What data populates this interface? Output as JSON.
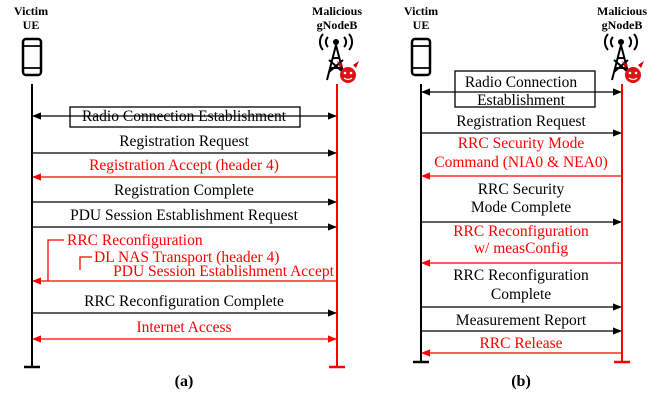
{
  "colors": {
    "black": "#000000",
    "red": "#ff0000"
  },
  "panel_a": {
    "ue_label_1": "Victim",
    "ue_label_2": "UE",
    "bs_label_1": "Malicious",
    "bs_label_2": "gNodeB",
    "caption": "(a)",
    "messages": [
      {
        "text": "Radio Connection Establishment",
        "color": "black",
        "dir": "both",
        "boxed": true
      },
      {
        "text": "Registration Request",
        "color": "black",
        "dir": "right"
      },
      {
        "text": "Registration Accept (header 4)",
        "color": "red",
        "dir": "left"
      },
      {
        "text": "Registration Complete",
        "color": "black",
        "dir": "right"
      },
      {
        "text": "PDU Session Establishment Request",
        "color": "black",
        "dir": "right"
      },
      {
        "text": "RRC Reconfiguration",
        "color": "red",
        "dir": "left"
      },
      {
        "text": "DL NAS Transport (header 4)",
        "color": "red",
        "dir": "left"
      },
      {
        "text": "PDU Session Establishment Accept",
        "color": "red",
        "dir": "left"
      },
      {
        "text": "RRC Reconfiguration Complete",
        "color": "black",
        "dir": "right"
      },
      {
        "text": "Internet Access",
        "color": "red",
        "dir": "both"
      }
    ]
  },
  "panel_b": {
    "ue_label_1": "Victim",
    "ue_label_2": "UE",
    "bs_label_1": "Malicious",
    "bs_label_2": "gNodeB",
    "caption": "(b)",
    "messages": [
      {
        "lines": [
          "Radio Connection",
          "Establishment"
        ],
        "color": "black",
        "dir": "both",
        "boxed": true
      },
      {
        "lines": [
          "Registration Request"
        ],
        "color": "black",
        "dir": "right"
      },
      {
        "lines": [
          "RRC Security  Mode",
          "Command (NIA0 & NEA0)"
        ],
        "color": "red",
        "dir": "left"
      },
      {
        "lines": [
          "RRC Security",
          "Mode Complete"
        ],
        "color": "black",
        "dir": "right"
      },
      {
        "lines": [
          "RRC Reconfiguration",
          "w/ measConfig"
        ],
        "color": "red",
        "dir": "left"
      },
      {
        "lines": [
          "RRC Reconfiguration",
          "Complete"
        ],
        "color": "black",
        "dir": "right"
      },
      {
        "lines": [
          "Measurement Report"
        ],
        "color": "black",
        "dir": "right"
      },
      {
        "lines": [
          "RRC Release"
        ],
        "color": "red",
        "dir": "left"
      }
    ]
  }
}
